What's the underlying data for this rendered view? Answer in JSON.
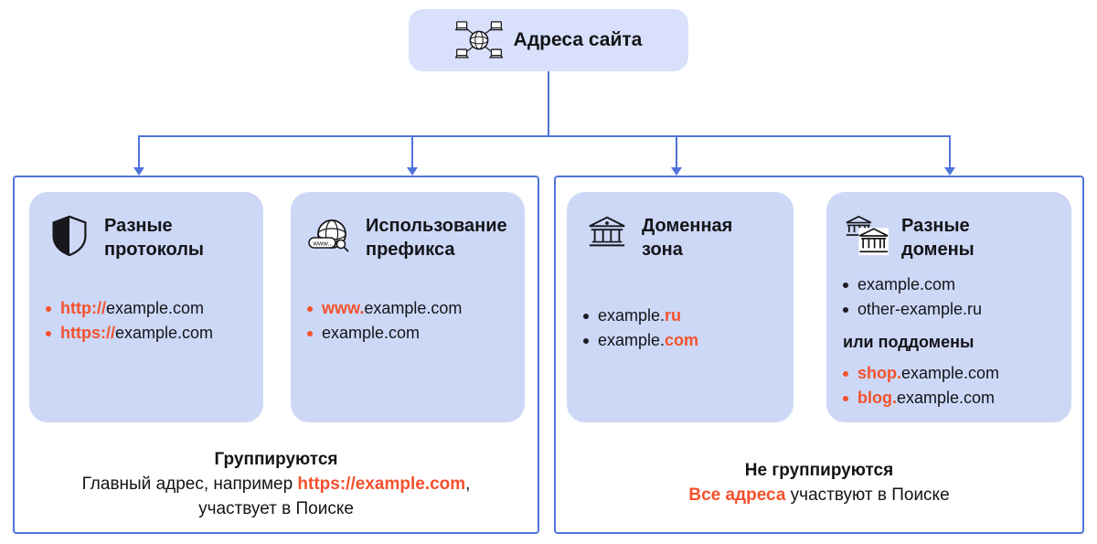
{
  "colors": {
    "accent": "#f4512c",
    "line": "#4f74d9",
    "card_bg": "#cdd8f7",
    "root_bg": "#d9e0fb",
    "text": "#141418",
    "bullet_dark": "#1c1c22"
  },
  "root": {
    "title": "Адреса сайта"
  },
  "cards": [
    {
      "title": "Разные протоколы",
      "icon": "shield-icon",
      "items": [
        {
          "bullet": "accent",
          "segments": [
            {
              "text": "http://"
            },
            {
              "text": "example.com"
            }
          ]
        },
        {
          "bullet": "accent",
          "segments": [
            {
              "text": "https://"
            },
            {
              "text": "example.com"
            }
          ]
        }
      ]
    },
    {
      "title": "Использование префикса",
      "icon": "globe-search-icon",
      "icon_label": "www...",
      "items": [
        {
          "bullet": "accent",
          "segments": [
            {
              "text": "www."
            },
            {
              "text": "example.com"
            }
          ]
        },
        {
          "bullet": "accent",
          "segments": [
            {
              "text": "example.com"
            }
          ]
        }
      ]
    },
    {
      "title": "Доменная зона",
      "icon": "bank-building-icon",
      "items": [
        {
          "bullet": "dark",
          "segments": [
            {
              "text": "example."
            },
            {
              "text": "ru"
            }
          ]
        },
        {
          "bullet": "dark",
          "segments": [
            {
              "text": "example."
            },
            {
              "text": "com"
            }
          ]
        }
      ]
    },
    {
      "title": "Разные домены",
      "icon": "two-buildings-icon",
      "items": [
        {
          "bullet": "dark",
          "segments": [
            {
              "text": "example.com"
            }
          ]
        },
        {
          "bullet": "dark",
          "segments": [
            {
              "text": "other-example.ru"
            }
          ]
        }
      ],
      "subtitle": "или поддомены",
      "subitems": [
        {
          "bullet": "accent",
          "segments": [
            {
              "text": "shop."
            },
            {
              "text": "example.com"
            }
          ]
        },
        {
          "bullet": "accent",
          "segments": [
            {
              "text": "blog."
            },
            {
              "text": "example.com"
            }
          ]
        }
      ]
    }
  ],
  "footers": {
    "left": {
      "title": "Группируются",
      "line2_pre": "Главный адрес, например ",
      "line2_accent": "https://example.com",
      "line2_post": ",",
      "line3": "участвует в Поиске"
    },
    "right": {
      "title": "Не группируются",
      "line2_accent": "Все адреса",
      "line2_post": " участвуют в Поиске"
    }
  }
}
